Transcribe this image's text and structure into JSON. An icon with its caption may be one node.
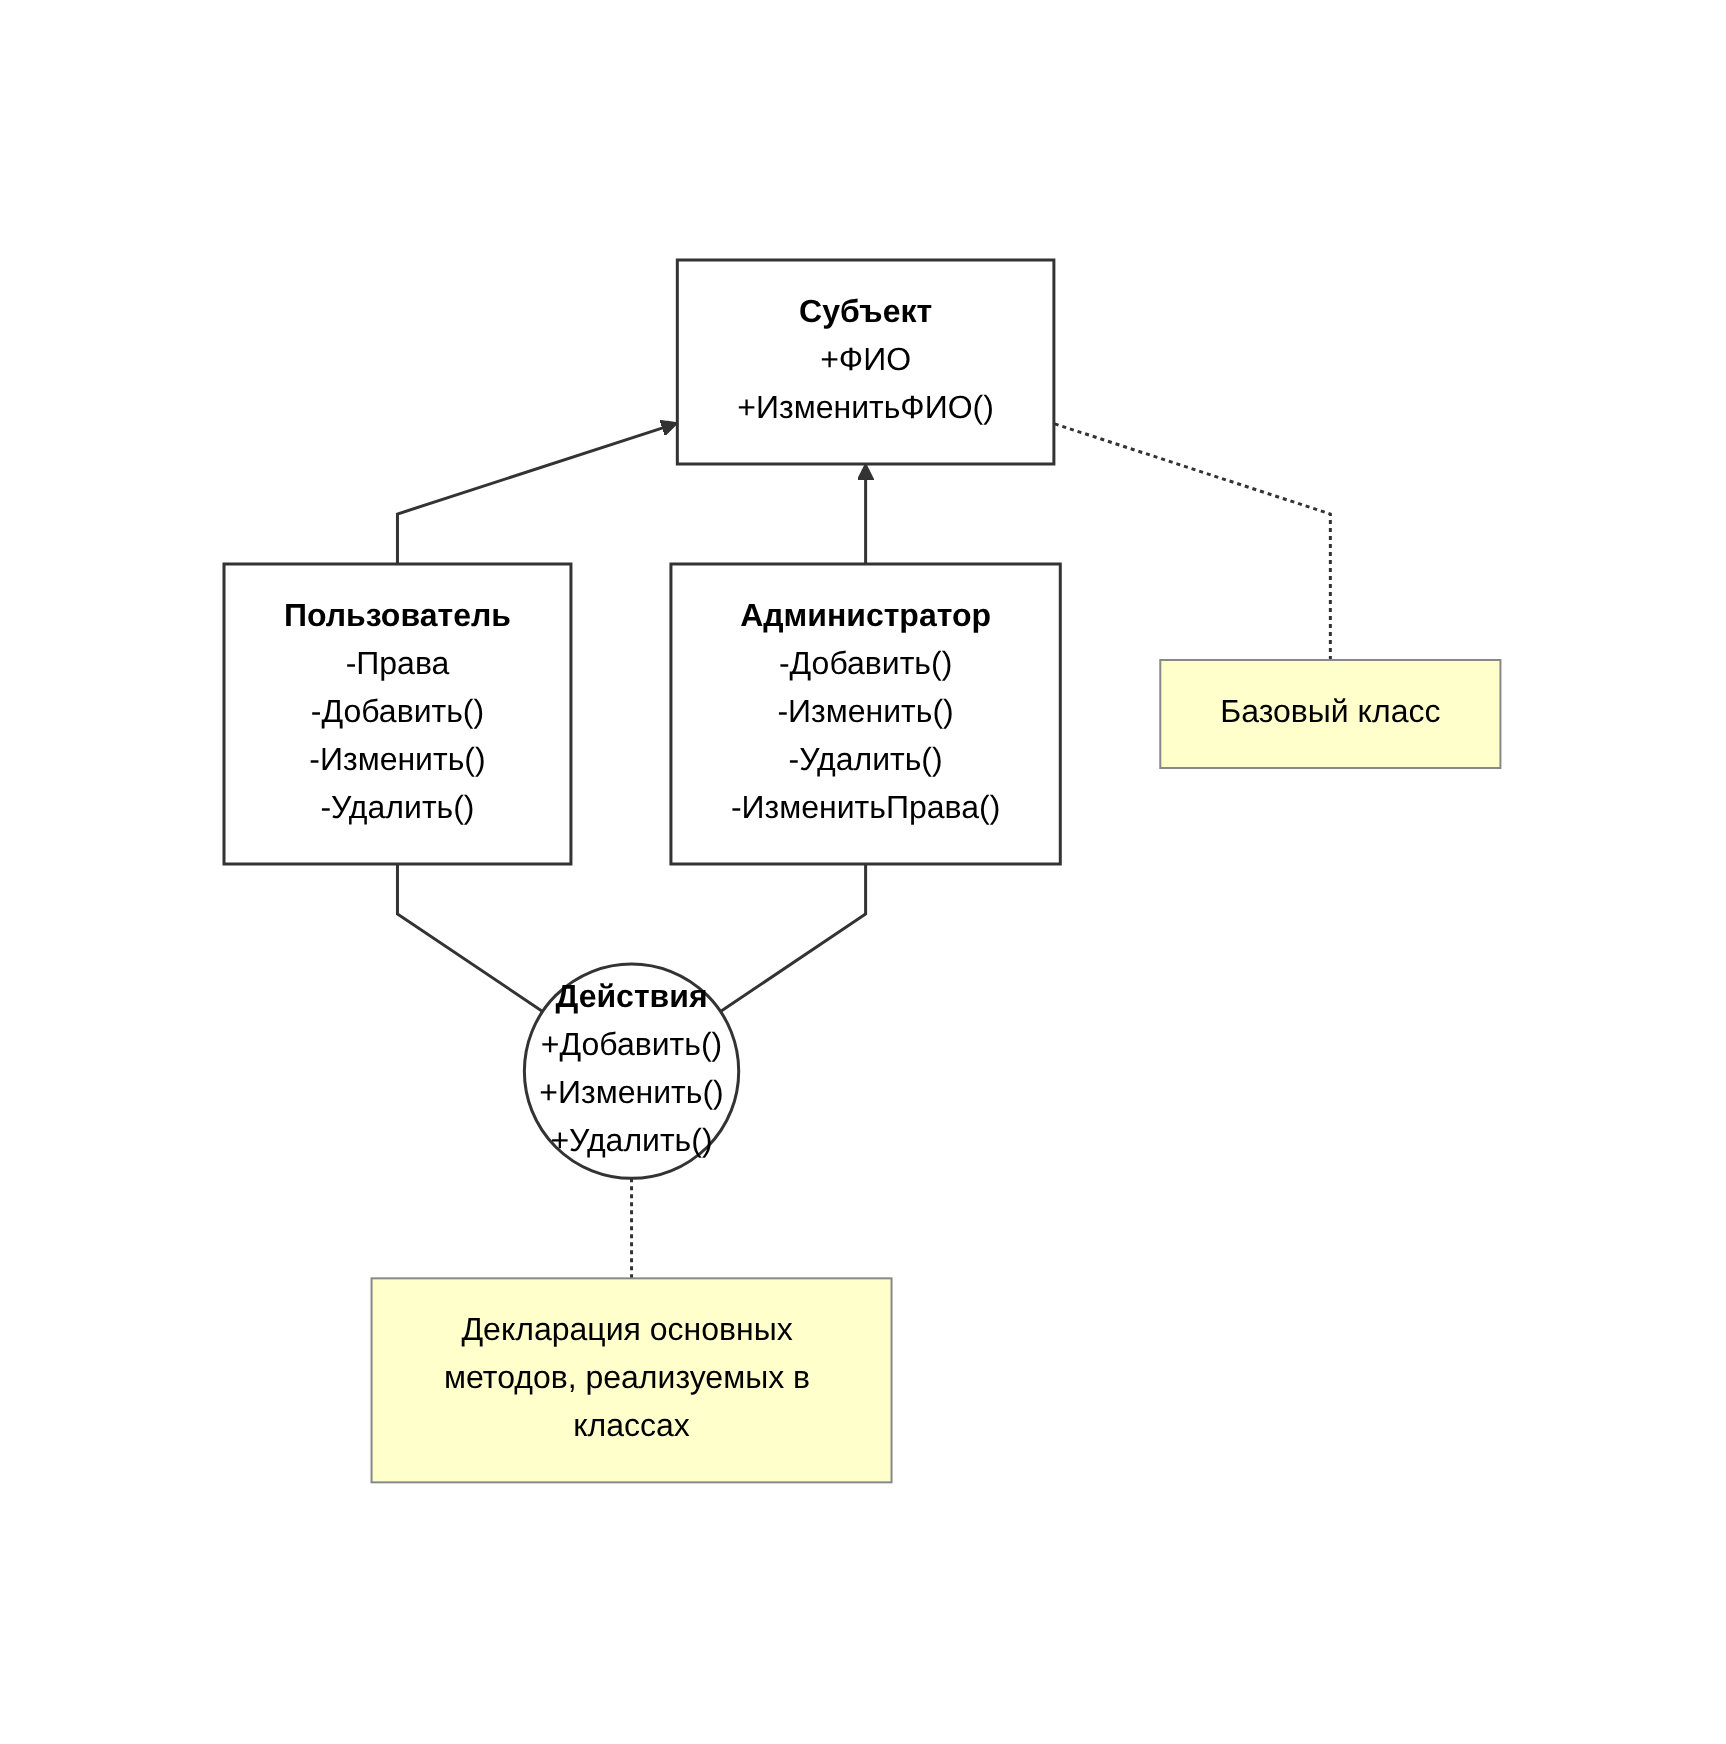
{
  "diagram": {
    "nodes": [
      {
        "text": [
          "Субъект",
          "+ФИО",
          "+ИзменитьФИО()"
        ]
      },
      {
        "text": [
          "Пользователь",
          "-Права",
          "-Добавить()",
          "-Изменить()",
          "-Удалить()"
        ]
      },
      {
        "text": [
          "Администратор",
          "-Добавить()",
          "-Изменить()",
          "-Удалить()",
          "-ИзменитьПрава()"
        ]
      },
      {
        "text": [
          "Базовый класс"
        ]
      },
      {
        "text": [
          "Действия",
          "+Добавить()",
          "+Изменить()",
          "+Удалить()"
        ]
      },
      {
        "text": [
          "Декларация основных методов, реализуемых в классах"
        ]
      }
    ],
    "edges": [
      {
        "from": 1,
        "to": 0,
        "arrow": "to"
      },
      {
        "from": 2,
        "to": 0,
        "arrow": "to"
      },
      {
        "from": 3,
        "to": 0,
        "arrow": "none",
        "style": "dashed"
      },
      {
        "from": 1,
        "to": 4,
        "arrow": "none"
      },
      {
        "from": 2,
        "to": 4,
        "arrow": "none"
      },
      {
        "from": 5,
        "to": 4,
        "arrow": "none",
        "style": "dashed"
      }
    ]
  }
}
